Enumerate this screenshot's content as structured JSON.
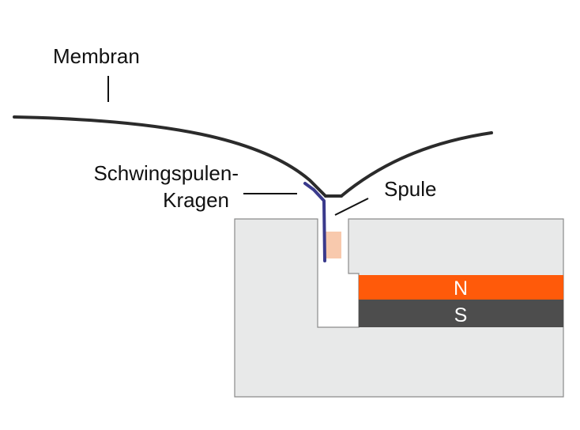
{
  "labels": {
    "membrane": "Membran",
    "collar_line1": "Schwingspulen-",
    "collar_line2": "Kragen",
    "coil": "Spule",
    "north": "N",
    "south": "S"
  },
  "colors": {
    "membrane": "#2b2b2b",
    "collar": "#3a3a8c",
    "coil": "#f8c9ad",
    "pole_piece": "#e8e9e9",
    "pole_outline": "#8a8a8a",
    "magnet_north": "#ff5a0a",
    "magnet_south": "#4d4d4d"
  }
}
